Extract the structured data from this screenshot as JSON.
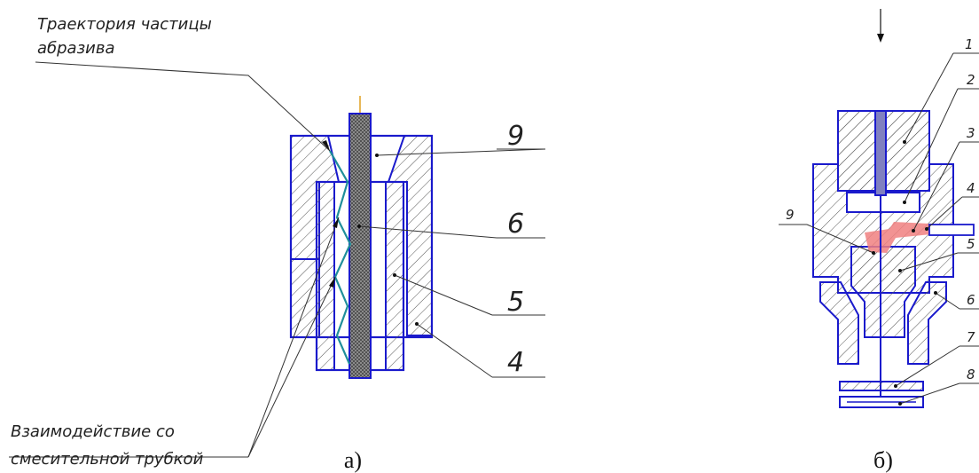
{
  "left_figure": {
    "annotation_top_line1": "Траектория частицы",
    "annotation_top_line2": "абразива",
    "annotation_bottom_line1": "Взаимодействие со",
    "annotation_bottom_line2": "смесительной трубкой",
    "labels": [
      "9",
      "6",
      "5",
      "4"
    ],
    "caption": "а)"
  },
  "right_figure": {
    "labels": [
      "1",
      "2",
      "3",
      "4",
      "5",
      "6",
      "7",
      "8",
      "9"
    ],
    "caption": "б)"
  },
  "colors": {
    "outline": "#1a1acc",
    "trajectory": "#1f8f9a",
    "axis": "#e0a020",
    "abrasive_zone": "#f08080"
  }
}
